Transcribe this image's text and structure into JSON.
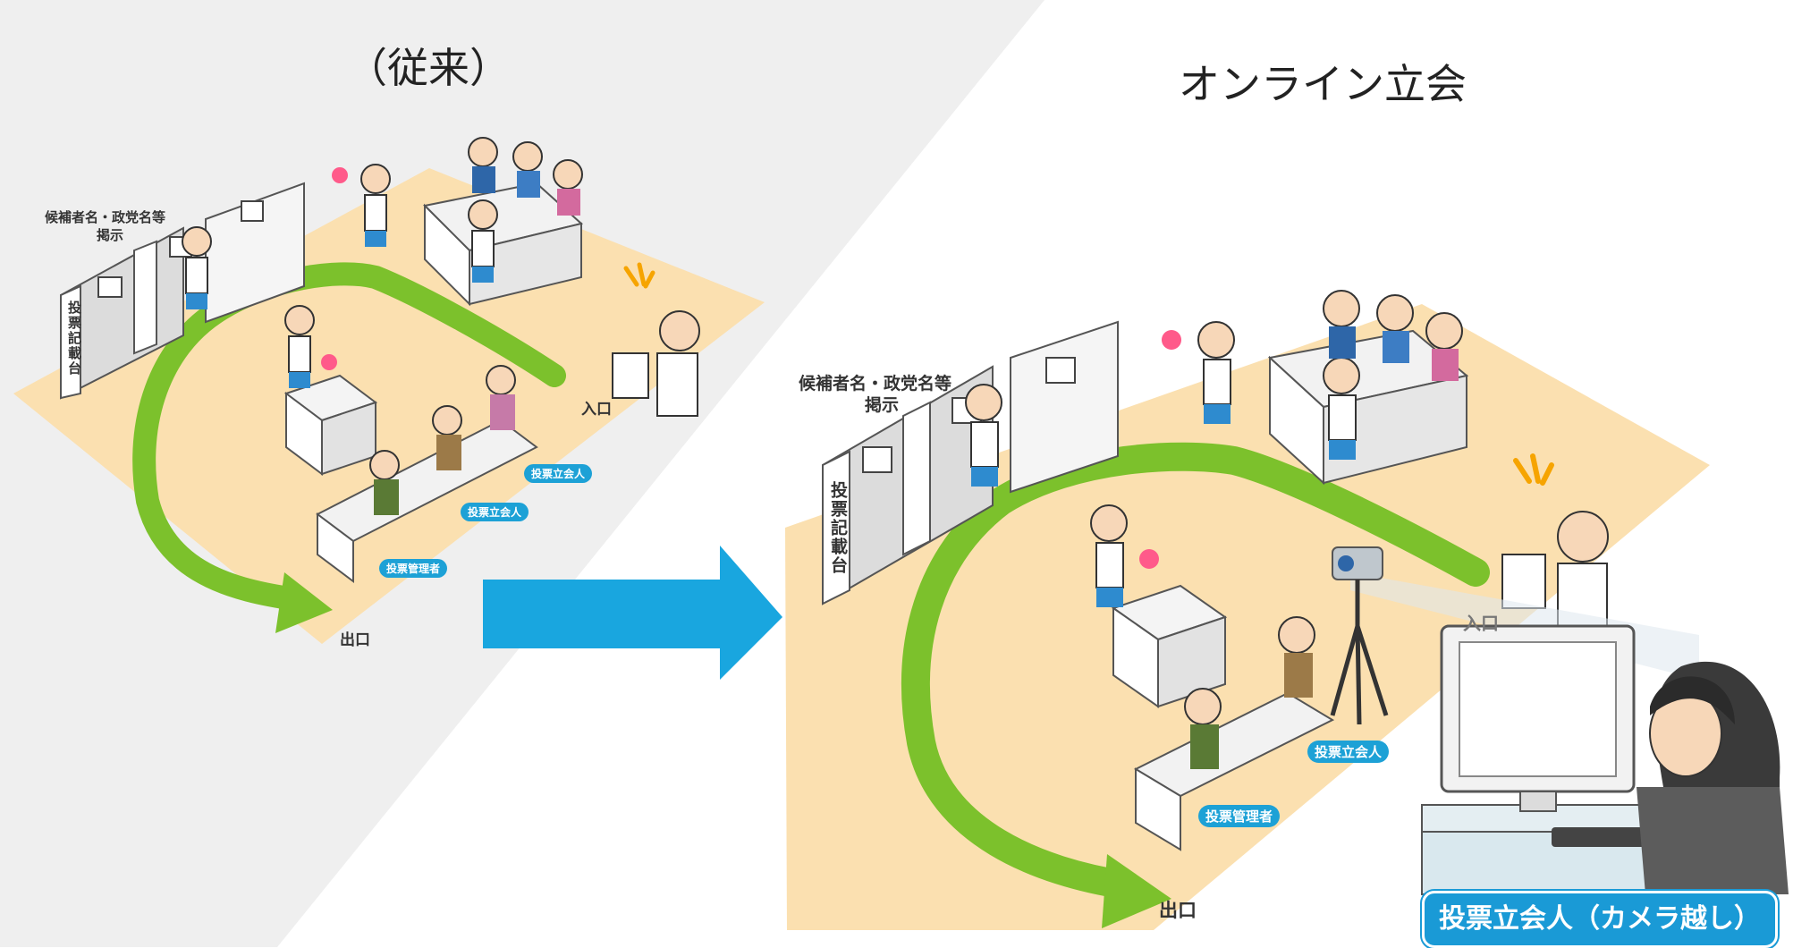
{
  "titles": {
    "before": "（従来）",
    "after": "オンライン立会"
  },
  "left_scene": {
    "booth_label_line1": "候補者名・政党名等",
    "booth_label_line2": "掲示",
    "booth_vertical": "投票記載台",
    "entrance": "入口",
    "exit": "出口",
    "badges": [
      "投票立会人",
      "投票立会人",
      "投票管理者"
    ]
  },
  "right_scene": {
    "booth_label_line1": "候補者名・政党名等",
    "booth_label_line2": "掲示",
    "booth_vertical": "投票記載台",
    "entrance": "入口",
    "exit": "出口",
    "badges": [
      "投票立会人",
      "投票管理者"
    ],
    "caption": "投票立会人（カメラ越し）"
  },
  "colors": {
    "floor": "#fbe0b0",
    "path_green": "#7cc12c",
    "arrow_blue": "#19a6df",
    "gray_band": "#efefef",
    "badge_blue": "#1da1d6"
  }
}
